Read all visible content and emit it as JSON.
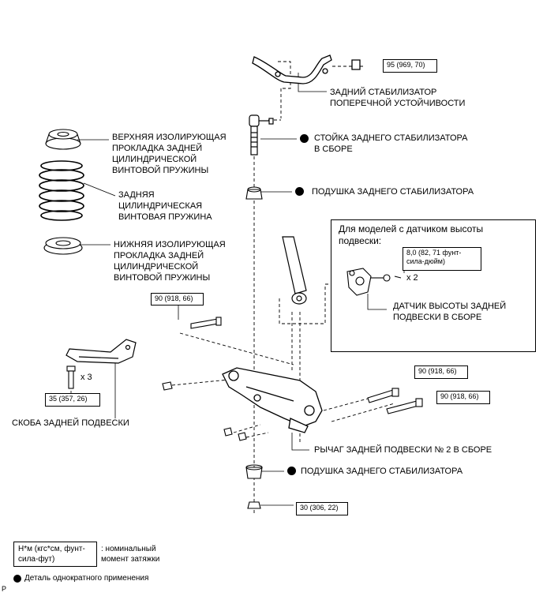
{
  "torques": {
    "stabilizer_nut": "95 (969, 70)",
    "height_sensor_bolt": "8,0 (82, 71 фунт-\nсила-дюйм)",
    "arm_bolt_left": "90 (918, 66)",
    "arm_bolt_right_upper": "90 (918, 66)",
    "arm_bolt_right_lower": "90 (918, 66)",
    "brace_bolt": "35 (357, 26)",
    "lower_nut": "30 (306, 22)"
  },
  "labels": {
    "rear_stabilizer_bar": "ЗАДНИЙ СТАБИЛИЗАТОР\nПОПЕРЕЧНОЙ УСТОЙЧИВОСТИ",
    "stabilizer_link": "СТОЙКА ЗАДНЕГО СТАБИЛИЗАТОРА\nВ СБОРЕ",
    "upper_insulator": "ВЕРХНЯЯ ИЗОЛИРУЮЩАЯ\nПРОКЛАДКА ЗАДНЕЙ\nЦИЛИНДРИЧЕСКОЙ\nВИНТОВОЙ ПРУЖИНЫ",
    "coil_spring": "ЗАДНЯЯ\nЦИЛИНДРИЧЕСКАЯ\nВИНТОВАЯ ПРУЖИНА",
    "stabilizer_bushing_upper": "ПОДУШКА ЗАДНЕГО СТАБИЛИЗАТОРА",
    "lower_insulator": "НИЖНЯЯ ИЗОЛИРУЮЩАЯ\nПРОКЛАДКА ЗАДНЕЙ\nЦИЛИНДРИЧЕСКОЙ\nВИНТОВОЙ ПРУЖИНЫ",
    "height_sensor_frame_title": "Для моделей с датчиком высоты\nподвески:",
    "height_sensor": "ДАТЧИК ВЫСОТЫ ЗАДНЕЙ\nПОДВЕСКИ В СБОРЕ",
    "suspension_brace": "СКОБА ЗАДНЕЙ ПОДВЕСКИ",
    "suspension_arm": "РЫЧАГ ЗАДНЕЙ ПОДВЕСКИ № 2 В СБОРЕ",
    "stabilizer_bushing_lower": "ПОДУШКА ЗАДНЕГО СТАБИЛИЗАТОРА"
  },
  "quantities": {
    "sensor_bolts": "x 2",
    "brace_bolts": "x 3"
  },
  "legend": {
    "torque_unit_box": "Н*м (кгс*см, фунт-\nсила-фут)",
    "torque_unit_desc": ": номинальный\nмомент затяжки",
    "non_reusable": "Деталь однократного применения"
  },
  "footer": {
    "code": "P"
  }
}
